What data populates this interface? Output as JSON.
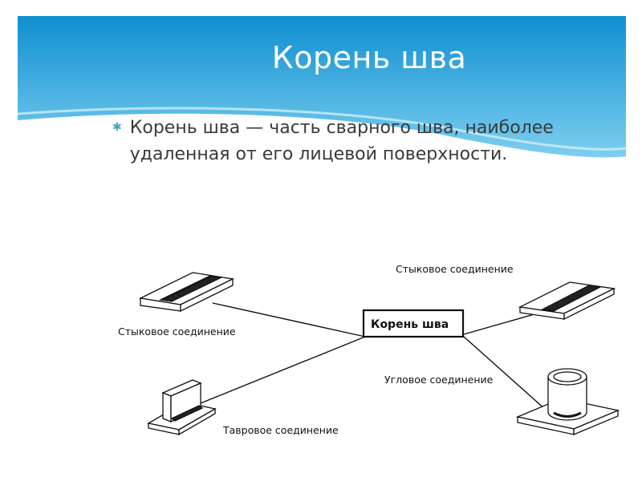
{
  "slide": {
    "title": "Корень шва",
    "bullet": "Корень шва — часть сварного шва, наиболее удаленная от его лицевой поверхности."
  },
  "diagram": {
    "center_label": "Корень шва",
    "labels": {
      "butt_left": "Стыковое соединение",
      "butt_right": "Стыковое соединение",
      "corner": "Угловое соединение",
      "tee": "Тавровое соединение"
    }
  },
  "colors": {
    "header_top": "#0f8fd0",
    "header_bottom": "#7fd0f0",
    "bullet_accent": "#3fa6c8",
    "text": "#3a3a3a"
  }
}
